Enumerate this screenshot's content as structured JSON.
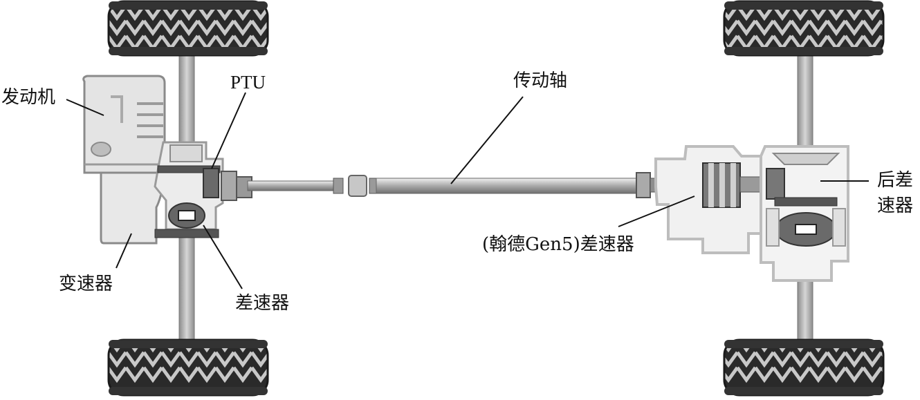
{
  "labels": {
    "engine": "发动机",
    "ptu": "PTU",
    "driveshaft": "传动轴",
    "rear_diff_line1": "后差",
    "rear_diff_line2": "速器",
    "haldex": "(翰德Gen5)差速器",
    "transmission": "变速器",
    "front_diff": "差速器"
  },
  "colors": {
    "tire": "#2b2b2b",
    "tread": "#bdbdbd",
    "metal": "#b3b3b3",
    "metal_light": "#dcdcdc",
    "housing": "#e6e6e6",
    "outline": "#8a8a8a",
    "dark": "#3a3a3a",
    "leader": "#111111"
  }
}
